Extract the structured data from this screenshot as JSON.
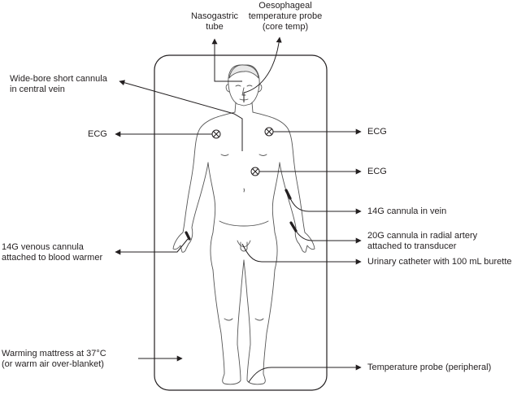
{
  "labels": {
    "nasogastric": "Nasogastric\ntube",
    "oesophageal": "Oesophageal\ntemperature probe\n(core temp)",
    "wide_bore": "Wide-bore short cannula\nin central vein",
    "ecg_left": "ECG",
    "ecg_right_top": "ECG",
    "ecg_right_mid": "ECG",
    "cannula_vein": "14G cannula in vein",
    "radial_artery": "20G cannula in radial artery\nattached to transducer",
    "venous_cannula": "14G venous cannula\nattached to blood warmer",
    "urinary": "Urinary catheter with 100 mL burette",
    "mattress": "Warming mattress at 37°C\n(or warm air over-blanket)",
    "temp_probe": "Temperature probe (peripheral)"
  },
  "colors": {
    "line": "#231f20",
    "body": "#555555"
  }
}
